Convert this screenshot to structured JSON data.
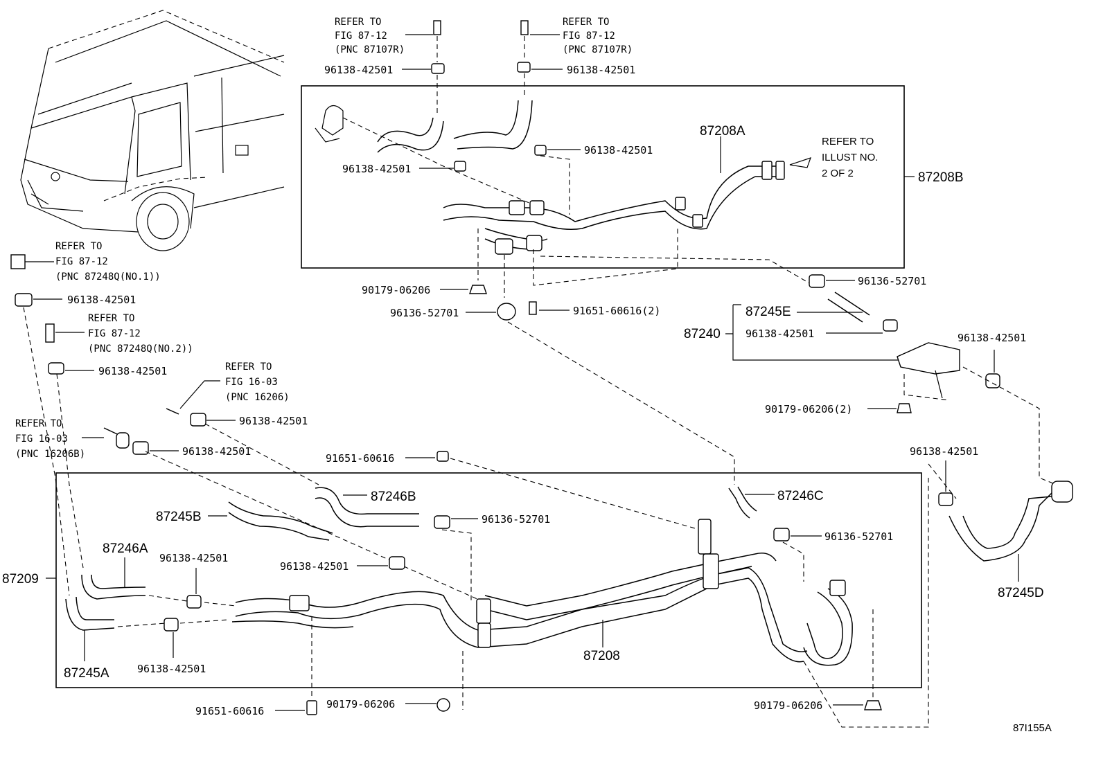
{
  "diagram_id": "87I155A",
  "refs": {
    "ref_a": [
      "REFER TO",
      "FIG 87-12",
      "(PNC 87107R)"
    ],
    "ref_b": [
      "REFER TO",
      "FIG 87-12",
      "(PNC 87107R)"
    ],
    "ref_c": [
      "REFER TO",
      "FIG 87-12",
      "(PNC 87248Q(NO.1))"
    ],
    "ref_d": [
      "REFER TO",
      "FIG 87-12",
      "(PNC 87248Q(NO.2))"
    ],
    "ref_e": [
      "REFER TO",
      "FIG 16-03",
      "(PNC 16206)"
    ],
    "ref_f": [
      "REFER TO",
      "FIG 16-03",
      "(PNC 16206B)"
    ],
    "ref_g": [
      "REFER TO",
      "ILLUST NO.",
      "2 OF 2"
    ]
  },
  "labels": {
    "clamp_42501": "96138-42501",
    "clamp_52701": "96136-52701",
    "nut_06206": "90179-06206",
    "nut_06206_2": "90179-06206(2)",
    "bolt_60616": "91651-60616",
    "bolt_60616_2": "91651-60616(2)"
  },
  "parts": {
    "p87208A": "87208A",
    "p87208B": "87208B",
    "p87208": "87208",
    "p87209": "87209",
    "p87240": "87240",
    "p87245A": "87245A",
    "p87245B": "87245B",
    "p87245D": "87245D",
    "p87245E": "87245E",
    "p87246A": "87246A",
    "p87246B": "87246B",
    "p87246C": "87246C"
  }
}
